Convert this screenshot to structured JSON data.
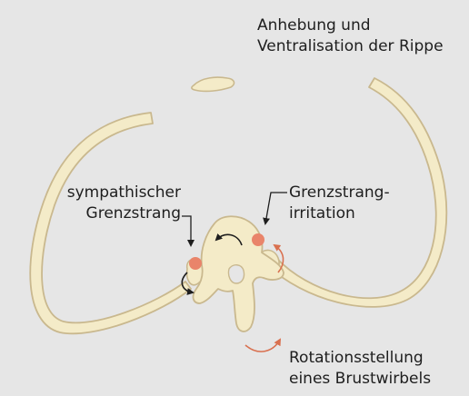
{
  "labels": {
    "rib_elevation": [
      "Anhebung und",
      "Ventralisation der Rippe"
    ],
    "sympathetic_trunk": [
      "sympathischer",
      "Grenzstrang"
    ],
    "trunk_irritation": [
      "Grenzstrang-",
      "irritation"
    ],
    "vertebra_rotation": [
      "Rotationsstellung",
      "eines Brustwirbels"
    ]
  },
  "colors": {
    "background": "#e6e6e6",
    "bone_fill": "#f4ebc8",
    "bone_stroke": "#c9b88e",
    "ganglion": "#e9846a",
    "rotation_arrow": "#d9704f",
    "arrow_black": "#1e1e1e"
  }
}
